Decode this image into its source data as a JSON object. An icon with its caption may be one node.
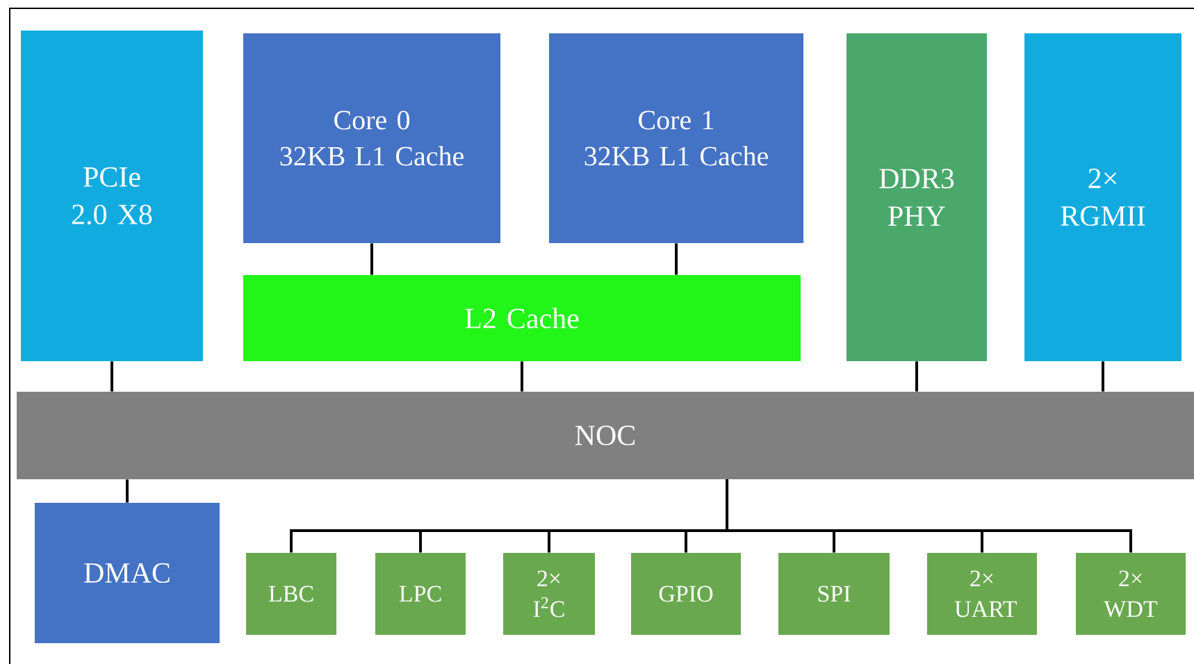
{
  "diagram": {
    "nodes": [
      {
        "text": [
          "PCIe 2.0 X8"
        ]
      },
      {
        "text": [
          "Core 0",
          "32KB L1 Cache"
        ]
      },
      {
        "text": [
          "Core 1",
          "32KB L1 Cache"
        ]
      },
      {
        "text": [
          "L2 Cache"
        ]
      },
      {
        "text": [
          "DDR3 PHY"
        ]
      },
      {
        "text": [
          "2× RGMII"
        ]
      },
      {
        "text": [
          "NOC"
        ]
      },
      {
        "text": [
          "DMAC"
        ]
      },
      {
        "text": [
          "LBC"
        ]
      },
      {
        "text": [
          "LPC"
        ]
      },
      {
        "text": [
          "2× I$^{2}$C"
        ]
      },
      {
        "text": [
          "GPIO"
        ]
      },
      {
        "text": [
          "SPI"
        ]
      },
      {
        "text": [
          "2× UART"
        ]
      },
      {
        "text": [
          "2× WDT"
        ]
      }
    ],
    "edges": [
      {
        "from": 1,
        "to": 3,
        "arrow": "none"
      },
      {
        "from": 2,
        "to": 3,
        "arrow": "none"
      },
      {
        "from": 0,
        "to": 6,
        "arrow": "none"
      },
      {
        "from": 3,
        "to": 6,
        "arrow": "none"
      },
      {
        "from": 4,
        "to": 6,
        "arrow": "none"
      },
      {
        "from": 5,
        "to": 6,
        "arrow": "none"
      },
      {
        "from": 6,
        "to": 7,
        "arrow": "none"
      },
      {
        "from": 6,
        "to": 8,
        "arrow": "none"
      },
      {
        "from": 6,
        "to": 9,
        "arrow": "none"
      },
      {
        "from": 6,
        "to": 10,
        "arrow": "none"
      },
      {
        "from": 6,
        "to": 11,
        "arrow": "none"
      },
      {
        "from": 6,
        "to": 12,
        "arrow": "none"
      },
      {
        "from": 6,
        "to": 13,
        "arrow": "none"
      },
      {
        "from": 6,
        "to": 14,
        "arrow": "none"
      }
    ]
  }
}
